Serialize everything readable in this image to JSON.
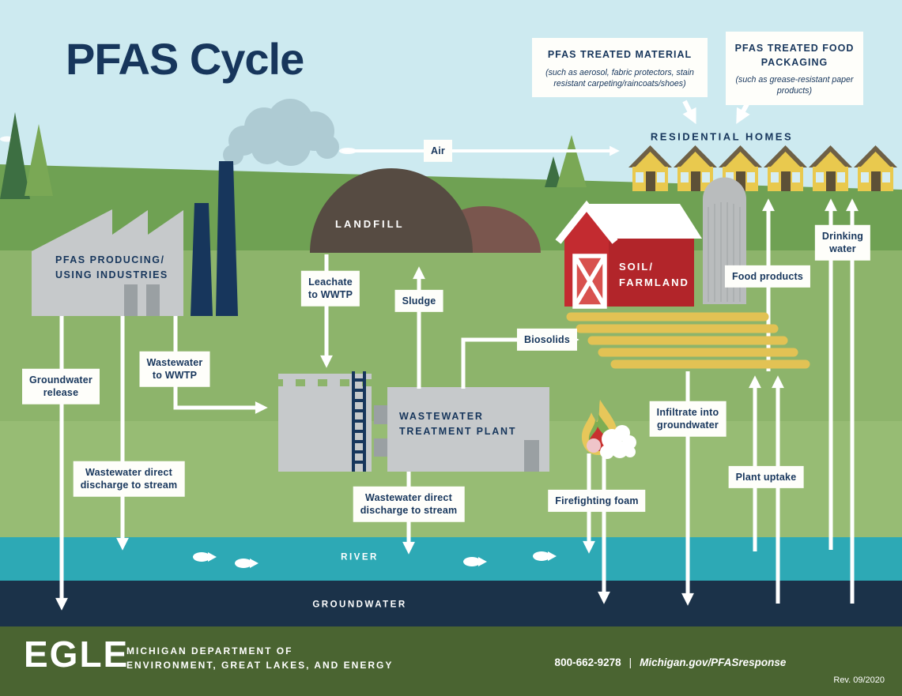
{
  "title": "PFAS Cycle",
  "callouts": {
    "material": {
      "title": "PFAS TREATED MATERIAL",
      "subtitle": "(such as aerosol, fabric protectors, stain resistant carpeting/raincoats/shoes)"
    },
    "packaging": {
      "title": "PFAS TREATED FOOD PACKAGING",
      "subtitle": "(such as grease-resistant paper products)"
    }
  },
  "scene": {
    "residential_homes": "RESIDENTIAL HOMES",
    "industries": "PFAS PRODUCING/\nUSING INDUSTRIES",
    "landfill": "LANDFILL",
    "soil_farmland": "SOIL/\nFARMLAND",
    "wwtp": "WASTEWATER\nTREATMENT PLANT",
    "river": "RIVER",
    "groundwater": "GROUNDWATER"
  },
  "flows": {
    "air": "Air",
    "groundwater_release": "Groundwater\nrelease",
    "wastewater_to_wwtp": "Wastewater\nto WWTP",
    "wastewater_direct_industry": "Wastewater direct\ndischarge to stream",
    "leachate_to_wwtp": "Leachate\nto WWTP",
    "sludge": "Sludge",
    "biosolids": "Biosolids",
    "wastewater_direct_wwtp": "Wastewater direct\ndischarge to stream",
    "firefighting_foam": "Firefighting foam",
    "infiltrate_groundwater": "Infiltrate into\ngroundwater",
    "plant_uptake": "Plant uptake",
    "food_products": "Food products",
    "drinking_water": "Drinking\nwater"
  },
  "footer": {
    "logo": "EGLE",
    "dept_line1": "MICHIGAN DEPARTMENT OF",
    "dept_line2": "ENVIRONMENT, GREAT LAKES, AND ENERGY",
    "phone": "800-662-9278",
    "separator": "|",
    "url": "Michigan.gov/PFASresponse",
    "revision": "Rev. 09/2020"
  },
  "colors": {
    "sky": "#cdeaf0",
    "grassDark": "#6fa153",
    "grassMid": "#8db46b",
    "grassLight": "#97bc74",
    "river": "#2da9b5",
    "groundwater": "#1b3249",
    "footerBg": "#4a6431",
    "navy": "#17365c",
    "boxWhite": "#fefefa",
    "landfillDark": "#564b42",
    "landfillLight": "#7a564e",
    "barnRedFront": "#c32b30",
    "barnRedSide": "#b2252a",
    "barnDoor": "#d8514e",
    "houseYellow": "#e9c94e",
    "roofBrown": "#6e6046",
    "doorBrown": "#5d5037",
    "windowBlue": "#d6edf2",
    "cropYellow": "#e2c254",
    "factoryGray": "#c6c9cb",
    "detailGray": "#9aa0a3",
    "siloGray": "#b9bcbd",
    "siloStripe": "#a7abad",
    "smokeGray": "#aecbd3",
    "treeDark": "#3d6f42",
    "treeLight": "#7aa855",
    "flameYellow": "#e7c75a",
    "flameGreen": "#7fae53",
    "flameRed": "#c8312f",
    "foamPink": "#efc4c9"
  }
}
